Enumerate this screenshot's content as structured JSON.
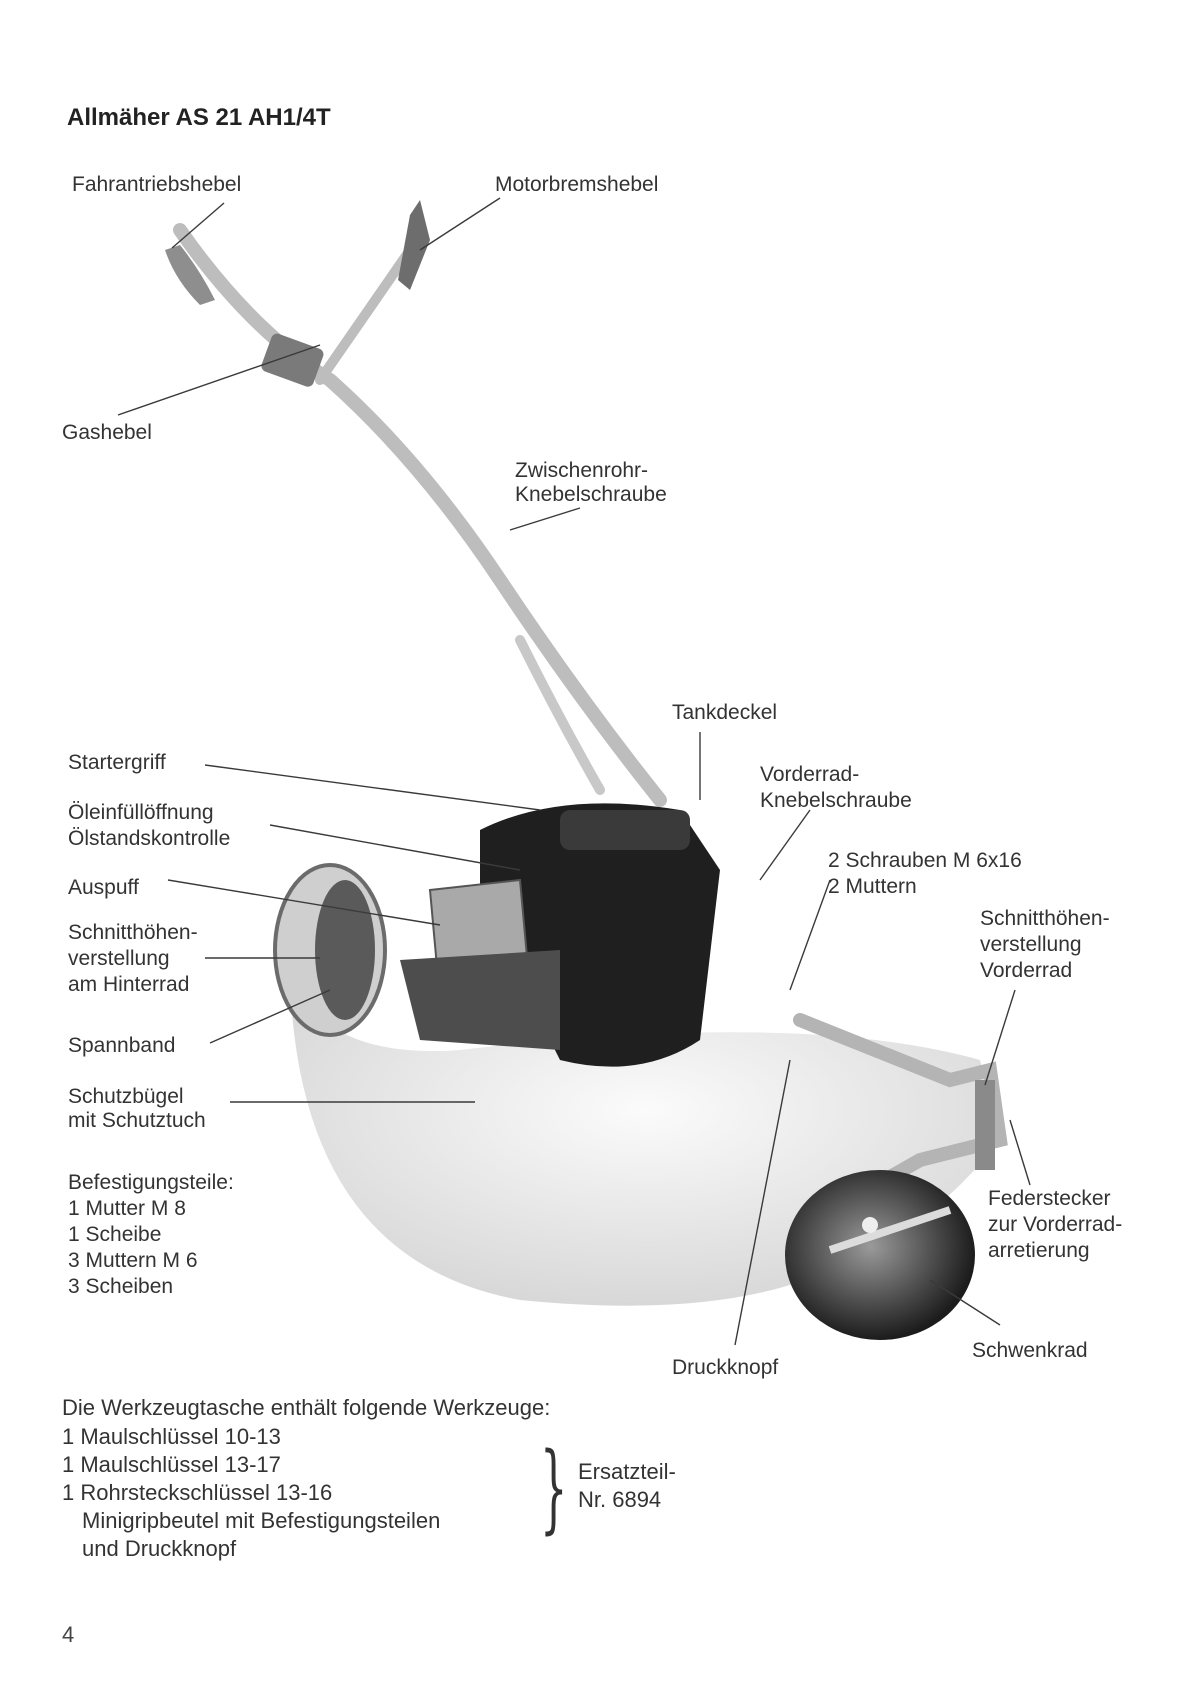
{
  "title": "Allmäher AS 21 AH1/4T",
  "labels": {
    "fahrantriebshebel": "Fahrantriebshebel",
    "motorbremshebel": "Motorbremshebel",
    "gashebel": "Gashebel",
    "zwischenrohr_1": "Zwischenrohr-",
    "zwischenrohr_2": "Knebelschraube",
    "tankdeckel": "Tankdeckel",
    "startergriff": "Startergriff",
    "vorderrad_knebel_1": "Vorderrad-",
    "vorderrad_knebel_2": "Knebelschraube",
    "oel_1": "Öleinfüllöffnung",
    "oel_2": "Ölstandskontrolle",
    "schrauben_1": "2 Schrauben M 6x16",
    "schrauben_2": "2 Muttern",
    "auspuff": "Auspuff",
    "schnitthoehe_hinten_1": "Schnitthöhen-",
    "schnitthoehe_hinten_2": "verstellung",
    "schnitthoehe_hinten_3": "am Hinterrad",
    "schnitthoehe_vorne_1": "Schnitthöhen-",
    "schnitthoehe_vorne_2": "verstellung",
    "schnitthoehe_vorne_3": "Vorderrad",
    "spannband": "Spannband",
    "schutzbuegel_1": "Schutzbügel",
    "schutzbuegel_2": "mit Schutztuch",
    "befestigung_1": "Befestigungsteile:",
    "befestigung_2": "1 Mutter M 8",
    "befestigung_3": "1 Scheibe",
    "befestigung_4": "3 Muttern M 6",
    "befestigung_5": "3 Scheiben",
    "federstecker_1": "Federstecker",
    "federstecker_2": "zur Vorderrad-",
    "federstecker_3": "arretierung",
    "druckknopf": "Druckknopf",
    "schwenkrad": "Schwenkrad"
  },
  "tools": {
    "heading": "Die Werkzeugtasche enthält folgende Werkzeuge:",
    "items": [
      "1 Maulschlüssel 10-13",
      "1 Maulschlüssel 13-17",
      "1 Rohrsteckschlüssel 13-16",
      "Minigripbeutel mit Befestigungsteilen",
      "und Druckknopf"
    ],
    "brace": "}",
    "ersatz_1": "Ersatzteil-",
    "ersatz_2": "Nr. 6894"
  },
  "page_number": "4"
}
